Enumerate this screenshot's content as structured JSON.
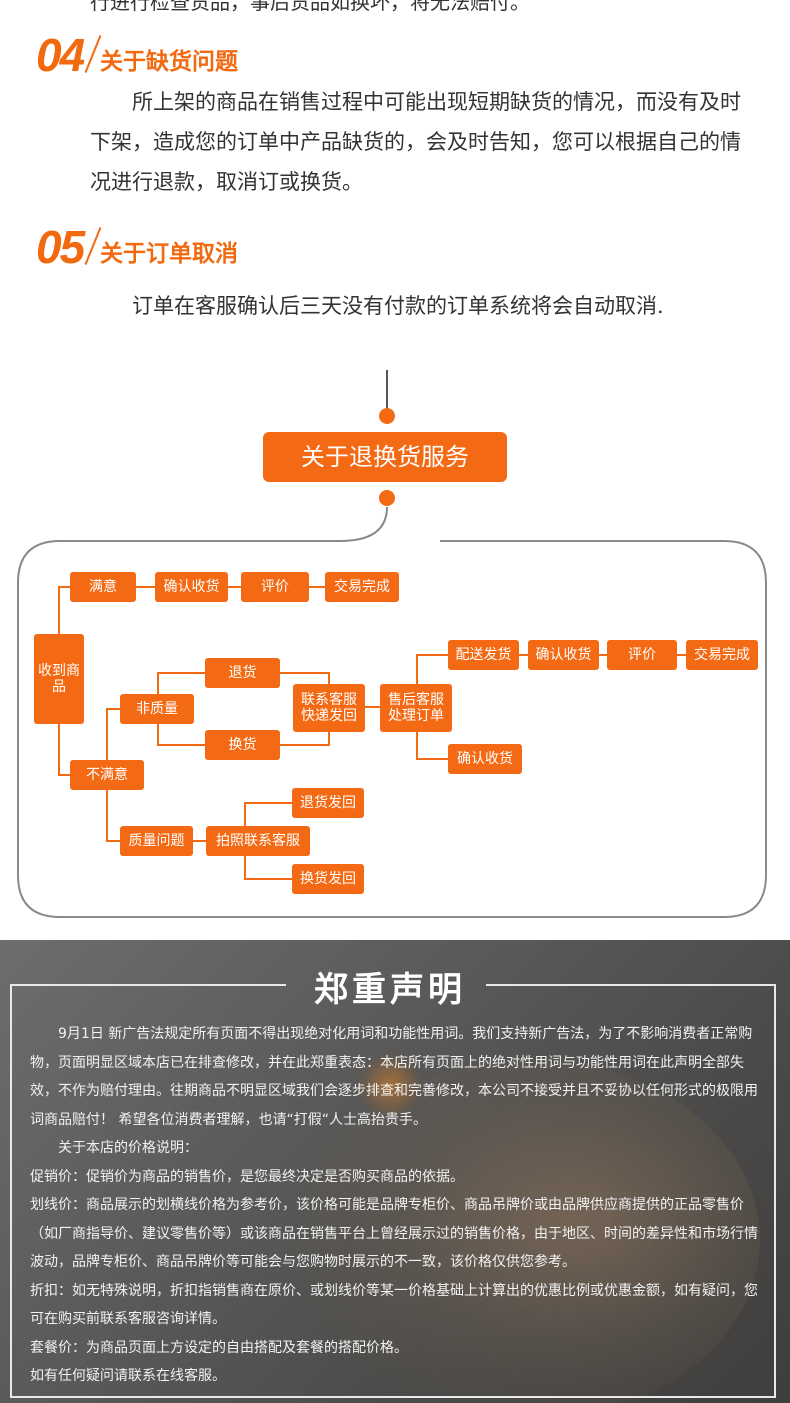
{
  "top_partial_text": "行进行检查货品，事后货品如换坏，将无法赔付。",
  "sections": [
    {
      "number": "04",
      "title": "关于缺货问题",
      "body": "所上架的商品在销售过程中可能出现短期缺货的情况，而没有及时下架，造成您的订单中产品缺货的，会及时告知，您可以根据自己的情况进行退款，取消订或换货。"
    },
    {
      "number": "05",
      "title": "关于订单取消",
      "body": "订单在客服确认后三天没有付款的订单系统将会自动取消."
    }
  ],
  "flowchart": {
    "title": "关于退换货服务",
    "received": "收到商品",
    "satisfied": "满意",
    "confirm_receipt": "确认收货",
    "review": "评价",
    "complete": "交易完成",
    "unsatisfied": "不满意",
    "non_quality": "非质量",
    "return_goods": "退货",
    "exchange_goods": "换货",
    "contact_cs_ship_back": "联系客服快递发回",
    "after_sales_process": "售后客服处理订单",
    "ship_out": "配送发货",
    "confirm_receipt_2": "确认收货",
    "review_2": "评价",
    "complete_2": "交易完成",
    "confirm_receipt_3": "确认收货",
    "quality_issue": "质量问题",
    "photo_contact_cs": "拍照联系客服",
    "return_ship_back": "退货发回",
    "exchange_ship_back": "换货发回"
  },
  "declaration": {
    "title": "郑重声明",
    "paragraphs": [
      "9月1日 新广告法规定所有页面不得出现绝对化用词和功能性用词。我们支持新广告法，为了不影响消费者正常购物，页面明显区域本店已在排查修改，并在此郑重表态：本店所有页面上的绝对性用词与功能性用词在此声明全部失效，不作为赔付理由。往期商品不明显区域我们会逐步排查和完善修改，本公司不接受并且不妥协以任何形式的极限用词商品赔付！ 希望各位消费者理解，也请“打假“人士高抬贵手。",
      "关于本店的价格说明：",
      "促销价：促销价为商品的销售价，是您最终决定是否购买商品的依据。",
      "划线价：商品展示的划横线价格为参考价，该价格可能是品牌专柜价、商品吊牌价或由品牌供应商提供的正品零售价（如厂商指导价、建议零售价等）或该商品在销售平台上曾经展示过的销售价格，由于地区、时间的差异性和市场行情波动，品牌专柜价、商品吊牌价等可能会与您购物时展示的不一致，该价格仅供您参考。",
      "折扣：如无特殊说明，折扣指销售商在原价、或划线价等某一价格基础上计算出的优惠比例或优惠金额，如有疑问，您可在购买前联系客服咨询详情。",
      "套餐价：为商品页面上方设定的自由搭配及套餐的搭配价格。",
      "如有任何疑问请联系在线客服。"
    ]
  },
  "colors": {
    "accent": "#f46a14",
    "declaration_bg": "#5a5957"
  }
}
